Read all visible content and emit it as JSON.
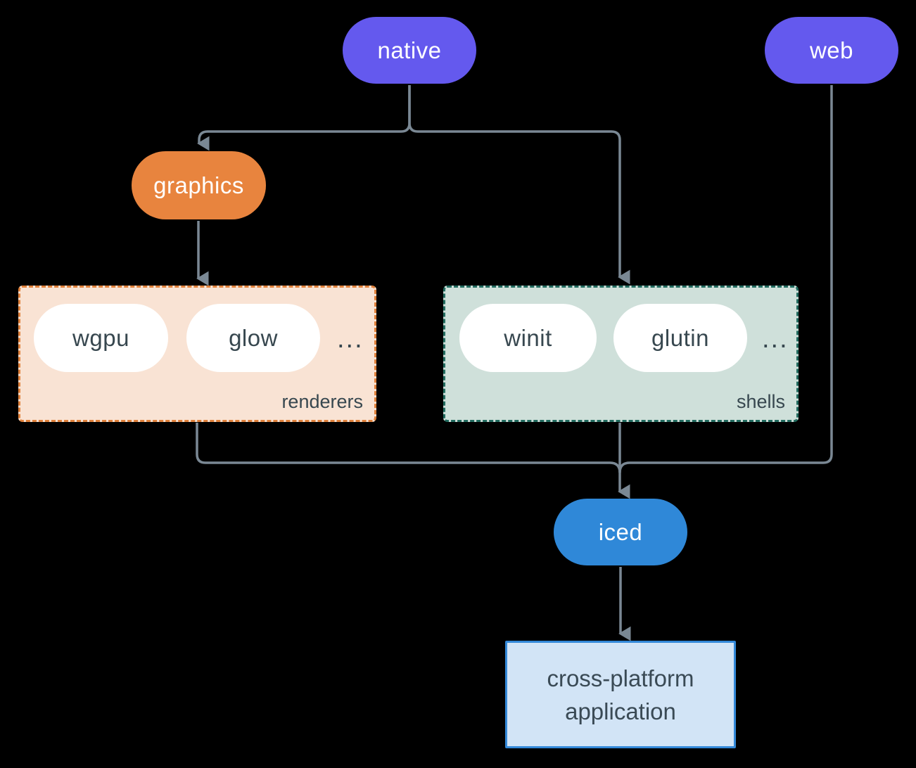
{
  "nodes": {
    "native": {
      "label": "native",
      "color": "#6459EE"
    },
    "web": {
      "label": "web",
      "color": "#6459EE"
    },
    "graphics": {
      "label": "graphics",
      "color": "#E8843E"
    },
    "iced": {
      "label": "iced",
      "color": "#2F88D8"
    },
    "application": {
      "label": "cross-platform\napplication",
      "fill": "#D2E4F6",
      "border": "#3388D8"
    }
  },
  "groups": {
    "renderers": {
      "label": "renderers",
      "items": [
        "wgpu",
        "glow"
      ],
      "ellipsis": "...",
      "fill": "#F9E3D4",
      "border": "#E0813B"
    },
    "shells": {
      "label": "shells",
      "items": [
        "winit",
        "glutin"
      ],
      "ellipsis": "...",
      "fill": "#CFE0DA",
      "border": "#226B5F"
    }
  },
  "colors": {
    "background": "#000000",
    "connector": "#7A8894",
    "pill_text_light": "#FFFFFF",
    "pill_text_dark": "#37474F"
  }
}
